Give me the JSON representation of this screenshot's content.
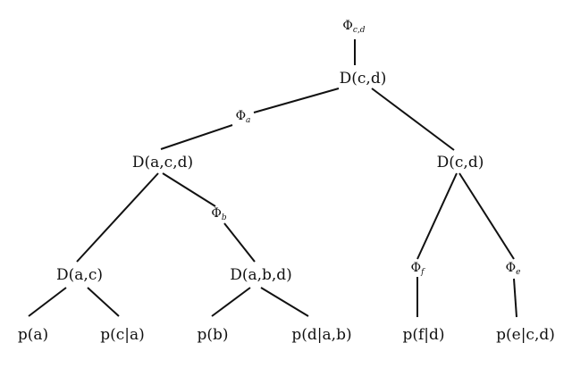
{
  "nodes": {
    "phi_cd": {
      "symbol": "Φ",
      "sub": "c,d"
    },
    "root": {
      "label": "D(c,d)"
    },
    "phi_a": {
      "symbol": "Φ",
      "sub": "a"
    },
    "d_acd": {
      "label": "D(a,c,d)"
    },
    "d_cd": {
      "label": "D(c,d)"
    },
    "phi_b": {
      "symbol": "Φ",
      "sub": "b"
    },
    "d_ac": {
      "label": "D(a,c)"
    },
    "d_abd": {
      "label": "D(a,b,d)"
    },
    "phi_f": {
      "symbol": "Φ",
      "sub": "f"
    },
    "phi_e": {
      "symbol": "Φ",
      "sub": "e"
    },
    "p_a": {
      "label": "p(a)"
    },
    "p_c_a": {
      "label": "p(c|a)"
    },
    "p_b": {
      "label": "p(b)"
    },
    "p_d_ab": {
      "label": "p(d|a,b)"
    },
    "p_f_d": {
      "label": "p(f|d)"
    },
    "p_e_cd": {
      "label": "p(e|c,d)"
    }
  }
}
